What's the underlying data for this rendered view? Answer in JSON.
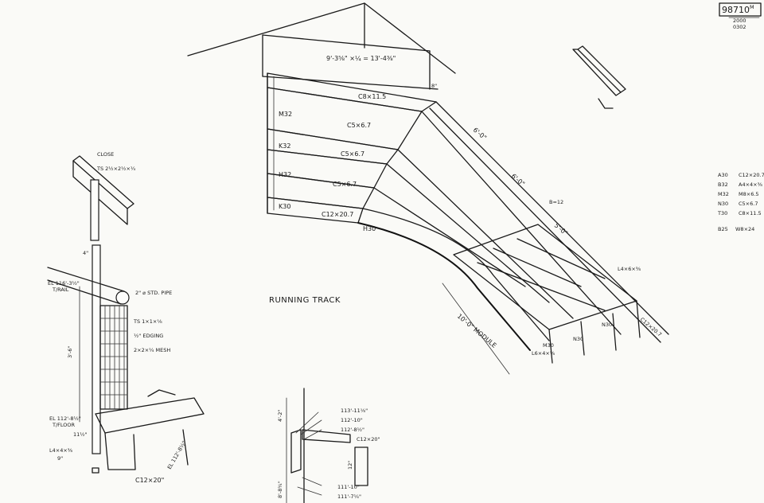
{
  "sheet": {
    "drawing_number": "98710",
    "drawing_number_suffix": "M",
    "revision_lines": [
      "2000",
      "0302"
    ]
  },
  "title_label": "RUNNING TRACK",
  "left_detail": {
    "callouts": [
      "CLOSE",
      "TS 2½×2½×¼",
      "2\" ⌀ STD. PIPE",
      "TS 1×1×⅛",
      "½\" EDGING",
      "2×2×¼ MESH",
      "C12×20\""
    ],
    "elevations": {
      "rail": "EL 116'-3½\"",
      "rail_sub": "T/RAIL",
      "floor": "EL 112'-8½\"",
      "floor_sub": "T/FLOOR",
      "bottom": "EL 112'-8½\""
    },
    "dims": [
      "3'-6\"",
      "4\"",
      "11½\"",
      "L4×4×⅜",
      "9\""
    ]
  },
  "center_detail": {
    "top_dim": "9'-3⅝\" ×¼ = 13'-4⅜\"",
    "members": [
      "C8×11.5",
      "C5×6.7",
      "C5×6.7",
      "C5×6.7",
      "C12×20.7"
    ],
    "marks": [
      "M32",
      "K32",
      "H32",
      "K30",
      "H30"
    ],
    "radial_dims": [
      "6'-0\"",
      "6'-0\"",
      "5'-0\"",
      "8\""
    ],
    "notes": [
      "B=12",
      "L4×6×⅜",
      "C12×20.7"
    ],
    "module": "10'-0\" MODULE",
    "bottom_marks": [
      "M30",
      "N30",
      "N30",
      "L6×4×⅜"
    ]
  },
  "section_detail": {
    "elevations": [
      "113'-11⅛\"",
      "112'-10\"",
      "112'-8½\"",
      "111'-10\"",
      "111'-7¼\""
    ],
    "labels": [
      "C12×20\"",
      "12\"",
      "4'-2\"",
      "8'-8¾\""
    ]
  },
  "right_legend": [
    {
      "mark": "A30",
      "desc": "C12×20.7"
    },
    {
      "mark": "B32",
      "desc": "A4×4×⅜"
    },
    {
      "mark": "M32",
      "desc": "M8×6.5"
    },
    {
      "mark": "N30",
      "desc": "C5×6.7"
    },
    {
      "mark": "T30",
      "desc": "C8×11.5"
    },
    {
      "mark": "B25",
      "desc": "W8×24"
    }
  ]
}
